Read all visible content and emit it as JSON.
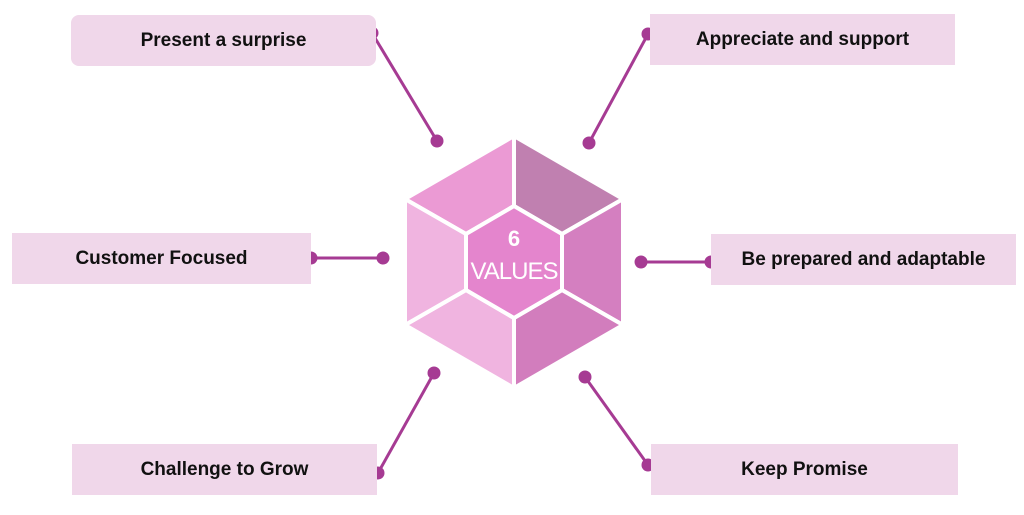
{
  "values": {
    "top_left": "Present a surprise",
    "top_right": "Appreciate and support",
    "middle_left": "Customer Focused",
    "middle_right": "Be prepared and adaptable",
    "bottom_left": "Challenge to Grow",
    "bottom_right": "Keep Promise"
  },
  "center": {
    "number": "6",
    "label": "VALUES"
  },
  "colors": {
    "box_fill": "#f0d7ea",
    "connector": "#a63b93",
    "facet_top_left": "#eb9ad4",
    "facet_top_right": "#c080b0",
    "facet_right": "#d47fc0",
    "facet_bottom_right": "#d27dbd",
    "facet_bottom_left": "#f0b4e0",
    "facet_left": "#f0b4e0",
    "center_hexagon": "#e485cd"
  }
}
